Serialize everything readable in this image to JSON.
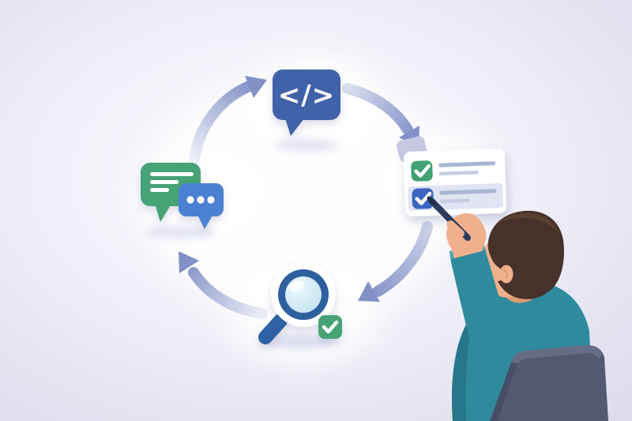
{
  "meta": {
    "description": "Flat illustration: a seated man reaches up with a pen to tick a checklist inside a circular workflow of code, checklist review, inspection and discussion icons connected by curved arrows on a soft lavender cloud background."
  },
  "cycle": {
    "direction": "clockwise",
    "nodes": [
      {
        "id": "code",
        "icon": "code-speech-bubble-icon",
        "glyph": "</>"
      },
      {
        "id": "checklist",
        "icon": "checklist-card-icon",
        "rows": [
          {
            "checked": true,
            "checkbox_color": "#41a173",
            "highlighted": false,
            "text_lines": 2
          },
          {
            "checked": true,
            "checkbox_color": "#3a67c0",
            "highlighted": true,
            "text_lines": 2
          }
        ]
      },
      {
        "id": "inspect",
        "icon": "magnifier-check-icon",
        "badge": "check"
      },
      {
        "id": "discuss",
        "icon": "chat-bubbles-icon",
        "green_bubble_lines": 3,
        "blue_bubble_dots": 3
      }
    ],
    "arrows": [
      {
        "id": "discuss-to-code",
        "direction": "up-right"
      },
      {
        "id": "code-to-checklist",
        "direction": "down-right"
      },
      {
        "id": "checklist-to-inspect",
        "direction": "down-left"
      },
      {
        "id": "inspect-to-discuss",
        "direction": "up-left"
      }
    ]
  },
  "person": {
    "pose": "seated in office chair, back to viewer, arm raised",
    "holding": "pen",
    "pen_target": "blue checklist checkbox"
  },
  "colors": {
    "bg_center": "#fbfbfe",
    "bg_mid": "#efeff8",
    "bg_edge": "#dcdcec",
    "cloud_white": "#ffffff",
    "arrow_blue": "#8390c7",
    "code_blue": "#3f62a8",
    "chat_green": "#44a376",
    "chat_blue": "#4b80d3",
    "check_green": "#41a173",
    "check_blue": "#3a67c0",
    "card_bg": "#ffffff",
    "row_highlight": "#e0e4f3",
    "card_line": "#aab5d4",
    "card_line_light": "#c6cde2",
    "card_tab": "#c7c9e4",
    "ring_blue": "#2e5f9f",
    "lens_blue": "#cfe9f4",
    "handle_blue": "#2e62a5",
    "badge_green": "#44a374",
    "shirt_teal": "#2f8a9e",
    "shirt_teal_dark": "#26778a",
    "shirt_teal_light": "#49a6b8",
    "skin": "#f0b08c",
    "skin_shadow": "#dd9a70",
    "hair": "#46322a",
    "hair_light": "#5d4334",
    "chair": "#535973",
    "chair_light": "#666c85",
    "chair_dark": "#474d66",
    "pen": "#2b3c5c"
  }
}
